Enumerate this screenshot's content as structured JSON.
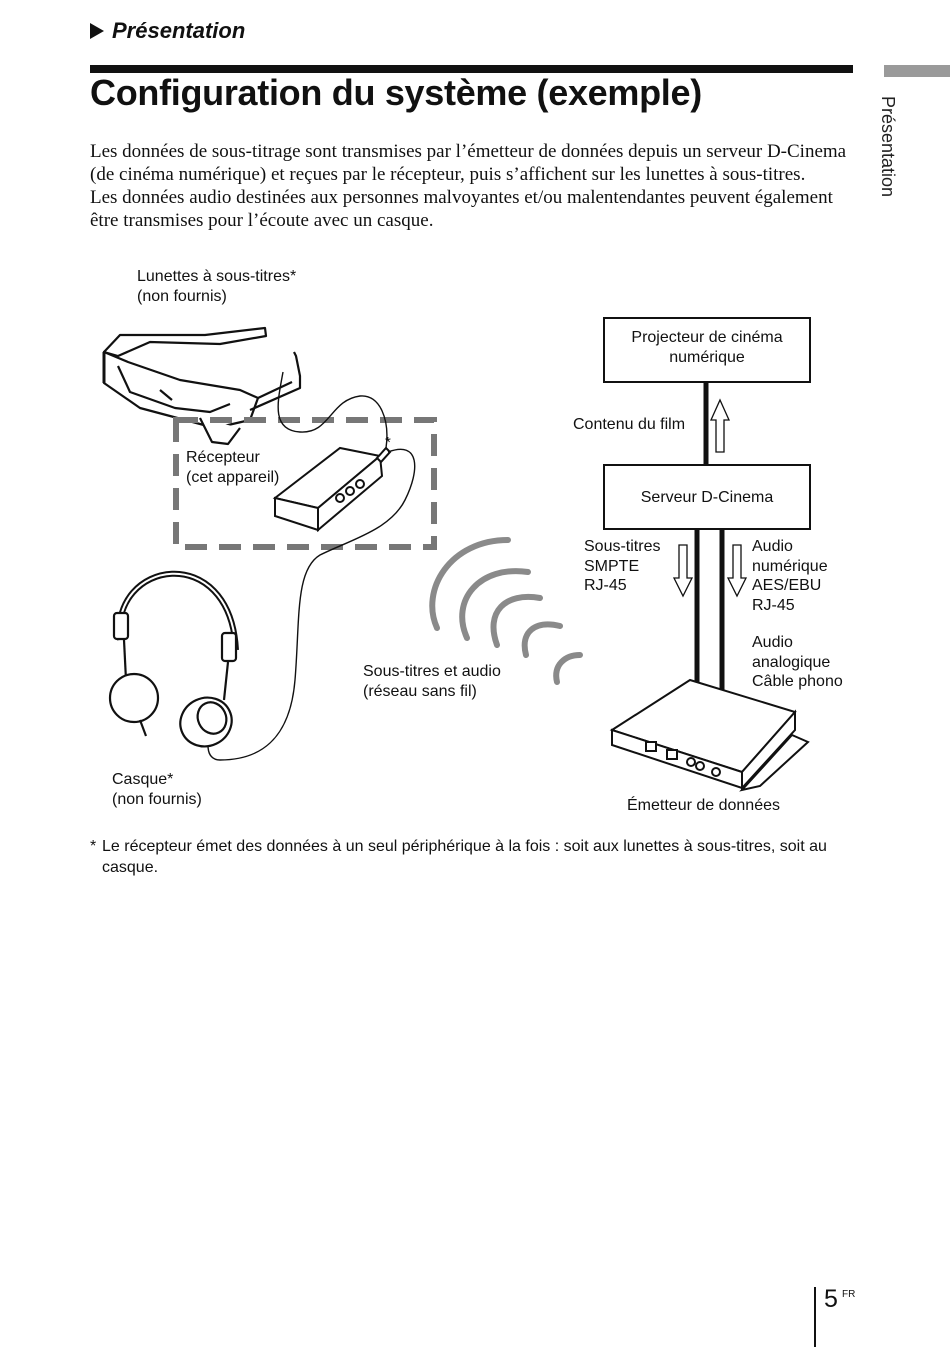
{
  "header": {
    "section": "Présentation",
    "title": "Configuration du système (exemple)",
    "side_tab": "Présentation"
  },
  "body": {
    "paragraph_1": "Les données de sous-titrage sont transmises par l’émetteur de données depuis un serveur D-Cinema (de cinéma numérique) et reçues par le récepteur, puis s’affichent sur les lunettes à sous-titres.",
    "paragraph_2": "Les données audio destinées aux personnes malvoyantes et/ou malentendantes peuvent également être transmises pour l’écoute avec un casque."
  },
  "diagram": {
    "glasses_label": "Lunettes à sous-titres*\n(non fournis)",
    "receiver_label": "Récepteur\n(cet appareil)",
    "receiver_asterisk": "*",
    "headphones_label": "Casque*\n(non fournis)",
    "wireless_label": "Sous-titres et audio\n(réseau sans fil)",
    "projector_box": "Projecteur de cinéma\nnumérique",
    "film_content_label": "Contenu du film",
    "server_box": "Serveur D-Cinema",
    "subtitles_label": "Sous-titres\nSMPTE\nRJ-45",
    "digital_audio_label": "Audio\nnumérique\nAES/EBU\nRJ-45",
    "analog_audio_label": "Audio\nanalogique\nCâble phono",
    "transmitter_label": "Émetteur de données"
  },
  "footnote": {
    "marker": "*",
    "text": "Le récepteur émet des données à un seul périphérique à la fois : soit aux lunettes à sous-titres, soit au casque."
  },
  "page": {
    "number": "5",
    "lang": "FR"
  }
}
